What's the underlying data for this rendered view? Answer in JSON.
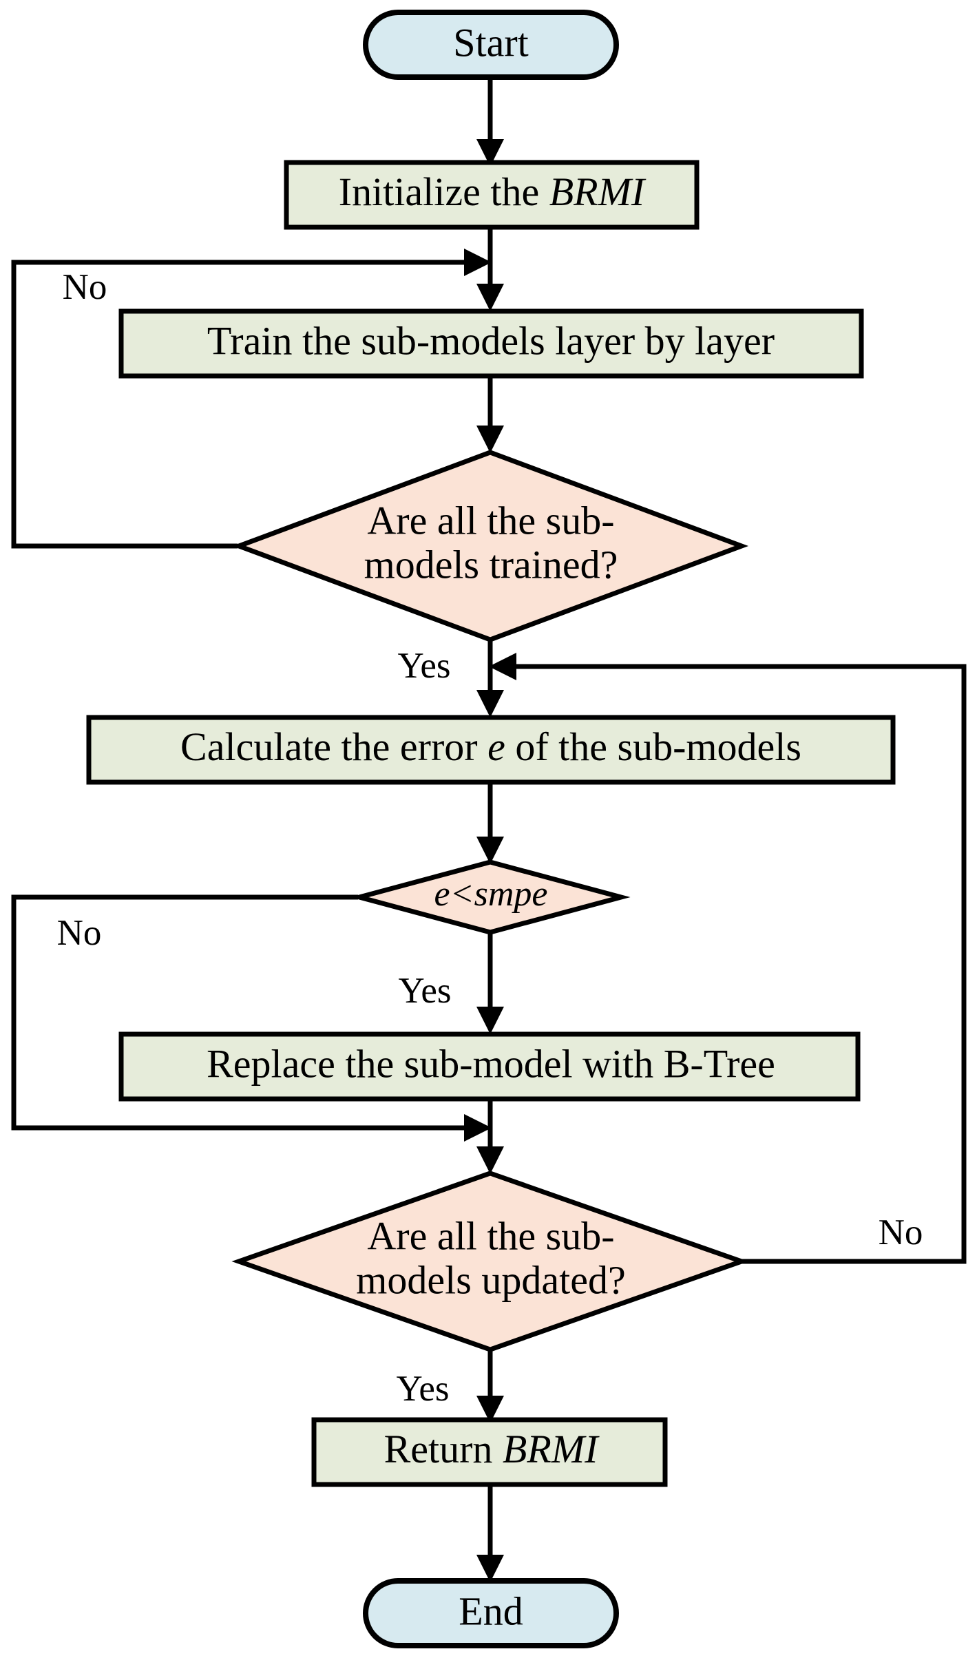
{
  "diagram": {
    "title": "BRMI construction flowchart",
    "type": "flowchart",
    "colors": {
      "terminal_fill": "#d7eaf0",
      "process_fill": "#e6ecda",
      "decision_fill": "#fbe3d6",
      "stroke": "#000000",
      "background": "#ffffff"
    },
    "nodes": {
      "start": {
        "label": "Start",
        "shape": "terminal"
      },
      "initialize": {
        "label_pre": "Initialize the ",
        "label_italic": "BRMI",
        "label_post": "",
        "shape": "process"
      },
      "train": {
        "label": "Train the sub-models layer by layer",
        "shape": "process"
      },
      "decision_trained": {
        "line1": "Are all the sub-",
        "line2": "models trained?",
        "shape": "decision"
      },
      "calculate": {
        "label_pre": "Calculate the error ",
        "label_italic": "e",
        "label_post": " of the sub-models",
        "shape": "process"
      },
      "decision_error": {
        "label_italic": "e<smpe",
        "shape": "decision"
      },
      "replace": {
        "label": "Replace the sub-model with B-Tree",
        "shape": "process"
      },
      "decision_updated": {
        "line1": "Are all the sub-",
        "line2": "models updated?",
        "shape": "decision"
      },
      "return": {
        "label_pre": "Return ",
        "label_italic": "BRMI",
        "label_post": "",
        "shape": "process"
      },
      "end": {
        "label": "End",
        "shape": "terminal"
      }
    },
    "edge_labels": {
      "no_trained": "No",
      "yes_trained": "Yes",
      "no_error": "No",
      "yes_error": "Yes",
      "no_updated": "No",
      "yes_updated": "Yes"
    }
  }
}
